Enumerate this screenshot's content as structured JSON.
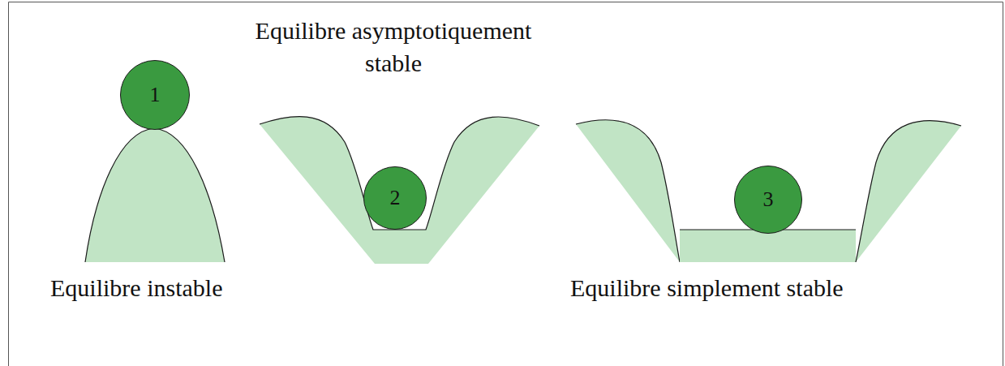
{
  "diagram": {
    "nodes": [
      {
        "text": [
          "1"
        ]
      },
      {
        "text": [
          "2"
        ]
      },
      {
        "text": [
          "3"
        ]
      }
    ],
    "labels": [
      "Equilibre instable",
      "Equilibre asymptotiquement stable",
      "Equilibre simplement stable"
    ]
  }
}
